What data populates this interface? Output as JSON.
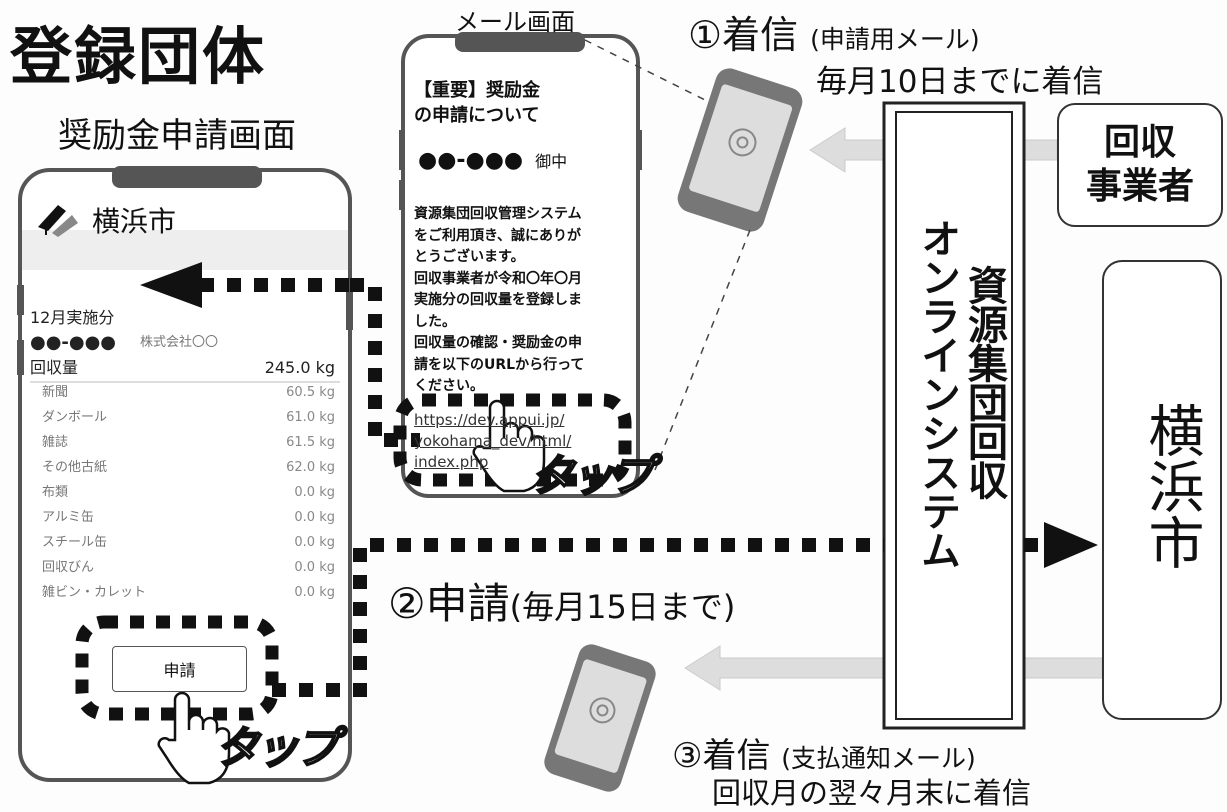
{
  "page": {
    "title": "登録団体",
    "app_screen_label": "奨励金申請画面",
    "mail_screen_label": "メール画面"
  },
  "app_screen": {
    "city": "横浜市",
    "month_label": "12月実施分",
    "group_code": "●●-●●●",
    "company": "株式会社〇〇",
    "total_label": "回収量",
    "total_value": "245.0 kg",
    "items": [
      {
        "label": "新聞",
        "value": "60.5 kg"
      },
      {
        "label": "ダンボール",
        "value": "61.0 kg"
      },
      {
        "label": "雑誌",
        "value": "61.5 kg"
      },
      {
        "label": "その他古紙",
        "value": "62.0 kg"
      },
      {
        "label": "布類",
        "value": "0.0 kg"
      },
      {
        "label": "アルミ缶",
        "value": "0.0 kg"
      },
      {
        "label": "スチール缶",
        "value": "0.0 kg"
      },
      {
        "label": "回収びん",
        "value": "0.0 kg"
      },
      {
        "label": "雑ビン・カレット",
        "value": "0.0 kg"
      }
    ],
    "apply_button": "申請",
    "tap": "タップ"
  },
  "mail_screen": {
    "heading_line1": "【重要】奨励金",
    "heading_line2": "の申請について",
    "addressee_code": "●●-●●●",
    "addressee_suffix": "御中",
    "body_lines": [
      "資源集団回収管理システム",
      "をご利用頂き、誠にありが",
      "とうございます。",
      "回収事業者が令和〇年〇月",
      "実施分の回収量を登録しま",
      "した。",
      "回収量の確認・奨励金の申",
      "請を以下のURLから行って",
      "ください。"
    ],
    "url_line1": "https://dev.appui.jp/",
    "url_line2": "yokohama_dev/html/",
    "url_line3": "index.php",
    "tap": "タップ"
  },
  "steps": {
    "step1": "①着信",
    "step1_note": "(申請用メール)",
    "step1_sub": "毎月10日までに着信",
    "step2": "②申請",
    "step2_note": "(毎月15日まで)",
    "step3": "③着信",
    "step3_note": "(支払通知メール)",
    "step3_sub": "回収月の翌々月末に着信"
  },
  "entities": {
    "system": "資源集団回収オンラインシステム",
    "system_line1": "資源集団回収",
    "system_line2": "オンラインシステム",
    "collector_line1": "回収",
    "collector_line2": "事業者",
    "city": "横浜市"
  },
  "icons": [
    "phone-icon",
    "at-icon",
    "hand-pointer-icon",
    "arrow-icon",
    "city-logo-icon"
  ]
}
